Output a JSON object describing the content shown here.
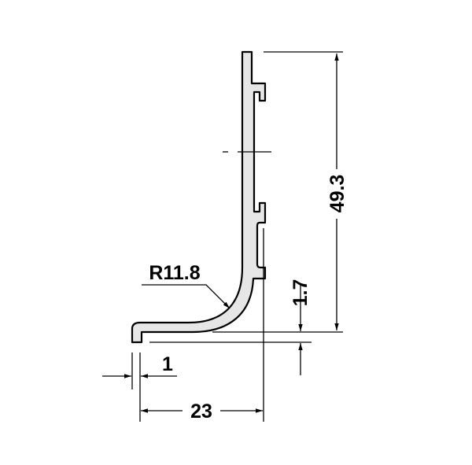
{
  "drawing": {
    "colors": {
      "profile_fill": "#e6e6e6",
      "stroke": "#000000"
    },
    "dimensions": {
      "height": "49.3",
      "gap": "1.7",
      "thickness": "1",
      "width": "23",
      "radius": "R11.8"
    }
  }
}
